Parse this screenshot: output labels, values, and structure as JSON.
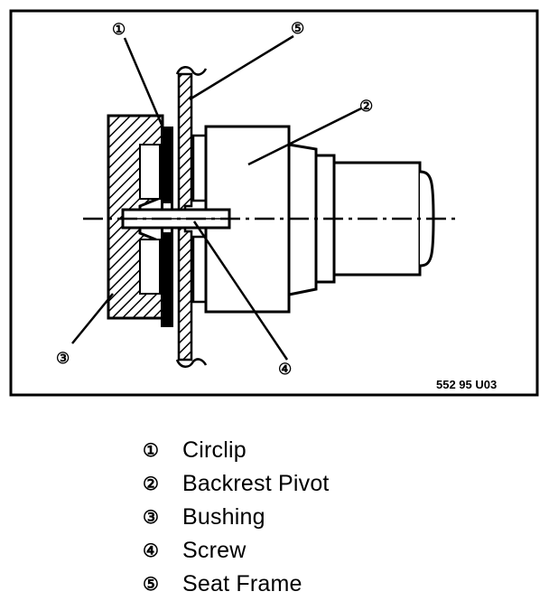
{
  "figure": {
    "code": "552 95 U03",
    "callouts": {
      "c1": "①",
      "c2": "②",
      "c3": "③",
      "c4": "④",
      "c5": "⑤"
    }
  },
  "legend": [
    {
      "num": "①",
      "label": "Circlip"
    },
    {
      "num": "②",
      "label": "Backrest Pivot"
    },
    {
      "num": "③",
      "label": "Bushing"
    },
    {
      "num": "④",
      "label": "Screw"
    },
    {
      "num": "⑤",
      "label": "Seat Frame"
    }
  ]
}
